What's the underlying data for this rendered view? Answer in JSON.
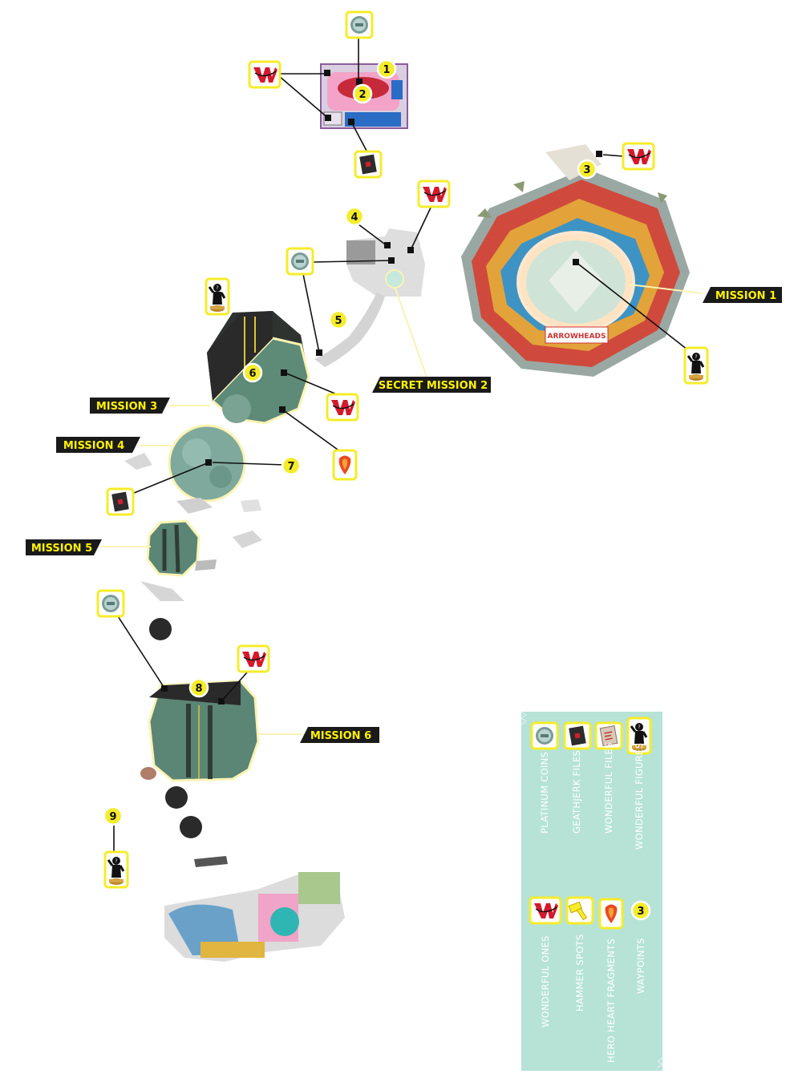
{
  "missions": {
    "mission1": "MISSION 1",
    "secret2": "SECRET MISSION 2",
    "mission3": "MISSION 3",
    "mission4": "MISSION 4",
    "mission5": "MISSION 5",
    "mission6": "MISSION 6"
  },
  "banner": "ARROWHEADS",
  "waypoints": [
    "1",
    "2",
    "3",
    "4",
    "5",
    "6",
    "7",
    "8",
    "9"
  ],
  "legend": {
    "platinum": "PLATINUM COINS",
    "geathjerk": "GEATHJERK FILES",
    "wfiles": "WONDERFUL FILES",
    "wfigures": "WONDERFUL FIGURES",
    "wones": "WONDERFUL ONES",
    "hammer": "HAMMER SPOTS",
    "heart": "HERO HEART FRAGMENTS",
    "waypoints": "WAYPOINTS",
    "waypoint_sample": "3"
  },
  "icons": {
    "platinum_coin": "platinum-coin-icon",
    "geathjerk_file": "geathjerk-file-icon",
    "wonderful_file": "wonderful-file-icon",
    "wonderful_figure": "wonderful-figure-icon",
    "wonderful_one": "wonderful-one-icon",
    "hammer_spot": "hammer-spot-icon",
    "hero_heart": "hero-heart-fragment-icon",
    "waypoint": "waypoint-icon"
  },
  "colors": {
    "label_bg": "#1a1a1a",
    "label_text": "#fff200",
    "waypoint_fill": "#f5ec2b",
    "icon_border": "#f5ec2b",
    "legend_bg": "#b6e3d6",
    "leader_line": "#fbf3b4"
  }
}
